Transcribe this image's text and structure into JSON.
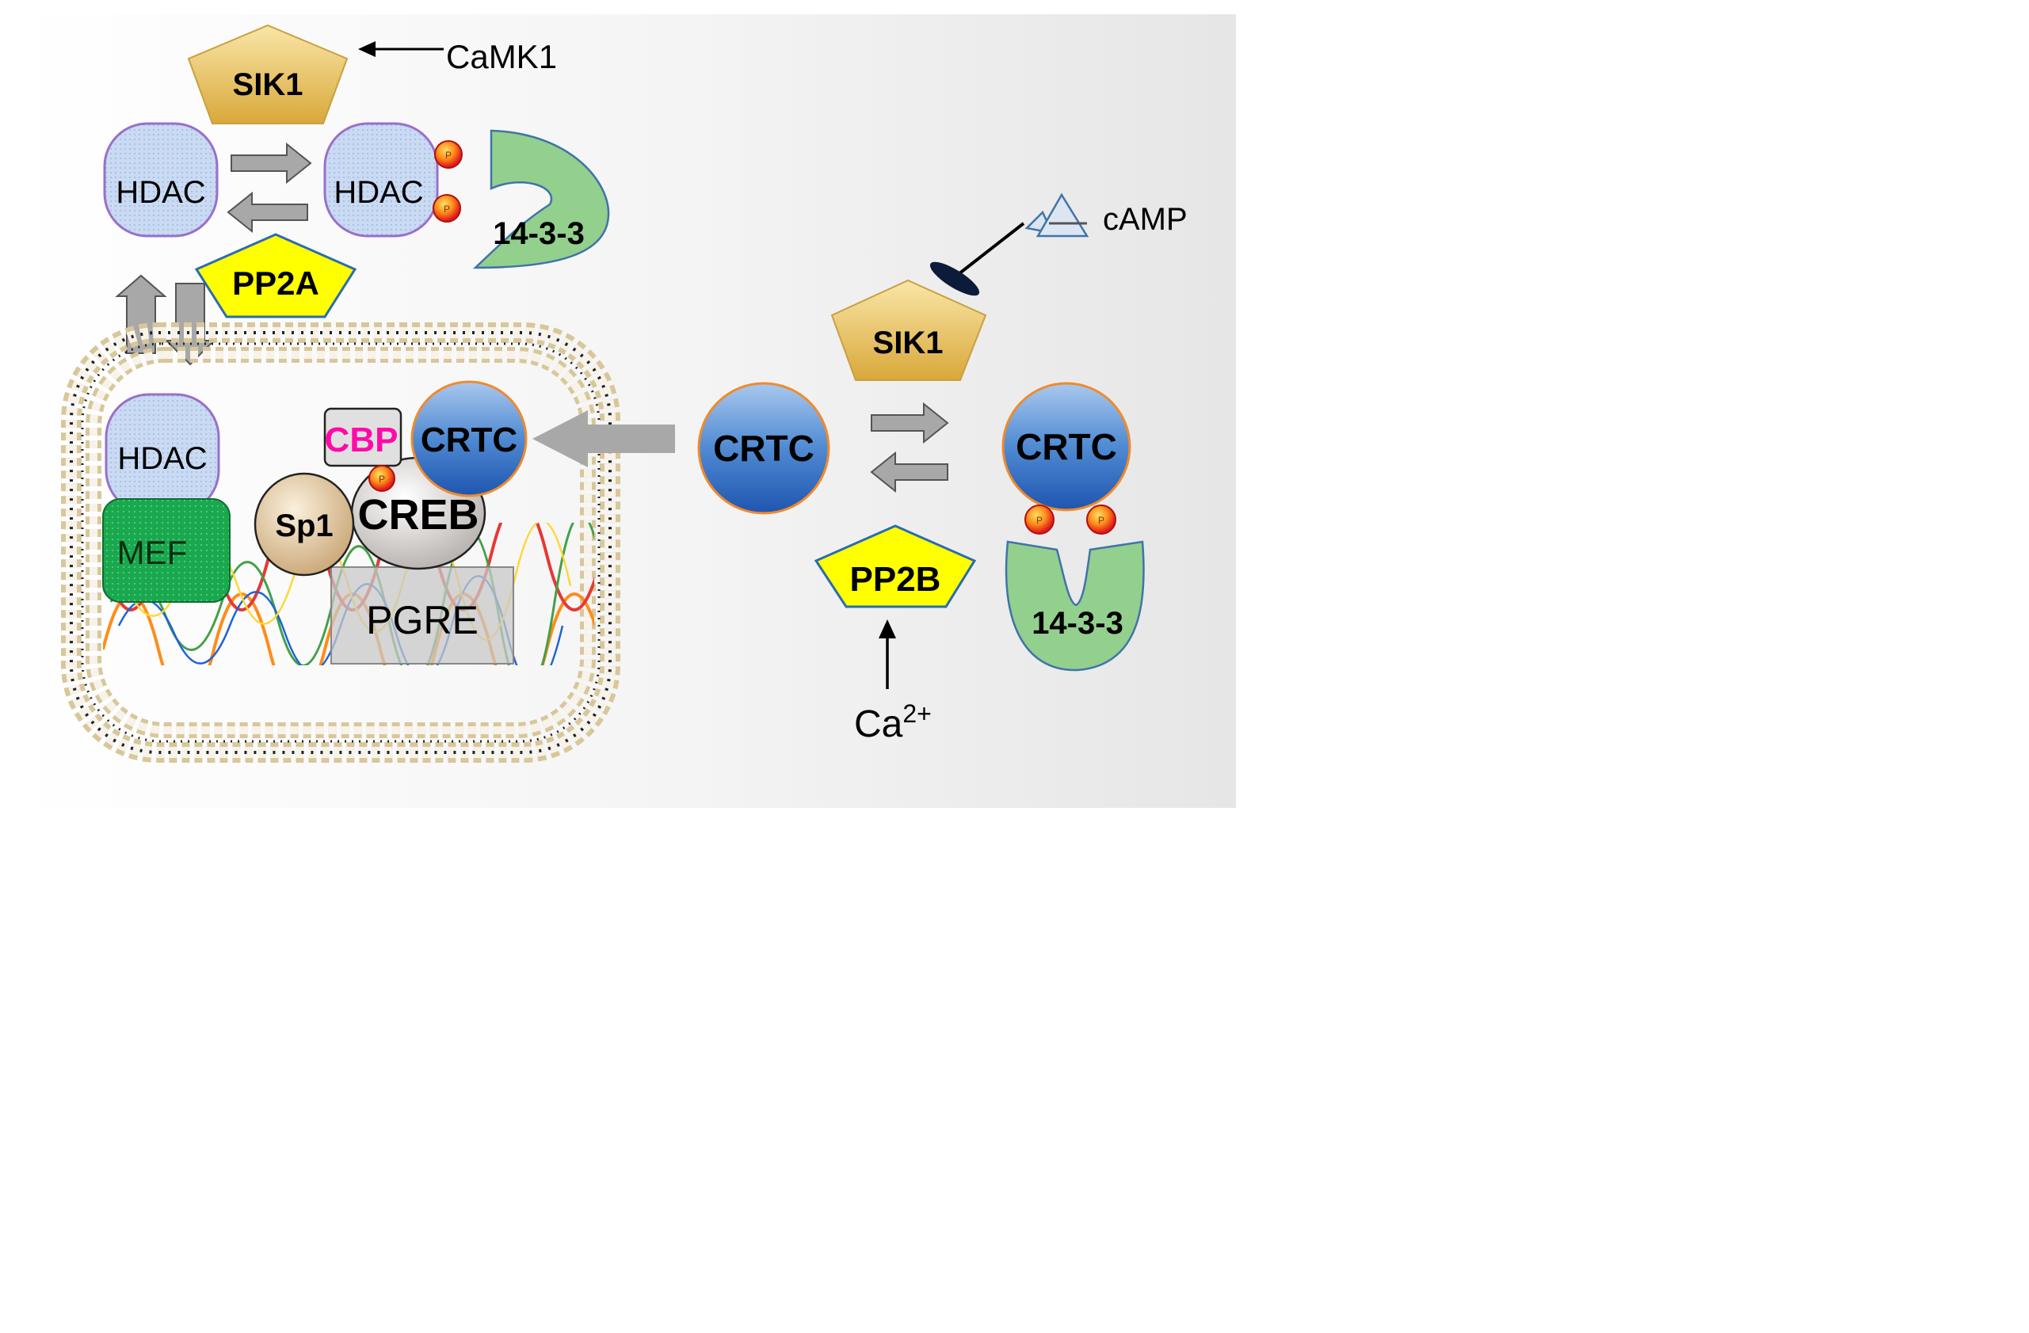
{
  "labels": {
    "sik1_top": "SIK1",
    "camk1": "CaMK1",
    "hdac_left": "HDAC",
    "hdac_right": "HDAC",
    "p_mark": "P",
    "pp2a": "PP2A",
    "prot_1433_top": "14-3-3",
    "camp": "cAMP",
    "sik1_right": "SIK1",
    "crtc_mid": "CRTC",
    "crtc_right": "CRTC",
    "pp2b": "PP2B",
    "prot_1433_right": "14-3-3",
    "ca": "Ca",
    "ca_charge": "2+",
    "hdac_nuclear": "HDAC",
    "mef": "MEF",
    "sp1": "Sp1",
    "creb": "CREB",
    "cbp": "CBP",
    "crtc_nuclear": "CRTC",
    "pgre": "PGRE"
  },
  "colors": {
    "hdac_fill": "#c9daf2",
    "hdac_stroke": "#9a6fc8",
    "kinase_gold": "#e8c46a",
    "phosphatase_yellow": "#ffff00",
    "crtc_blue": "#4a86cf",
    "crtc_stroke": "#f08a2c",
    "prot_1433_green": "#93cf8d",
    "mef_green": "#17a34a",
    "cbp_magenta": "#ff0aa8",
    "arrow_gray": "#a8a8a8"
  }
}
